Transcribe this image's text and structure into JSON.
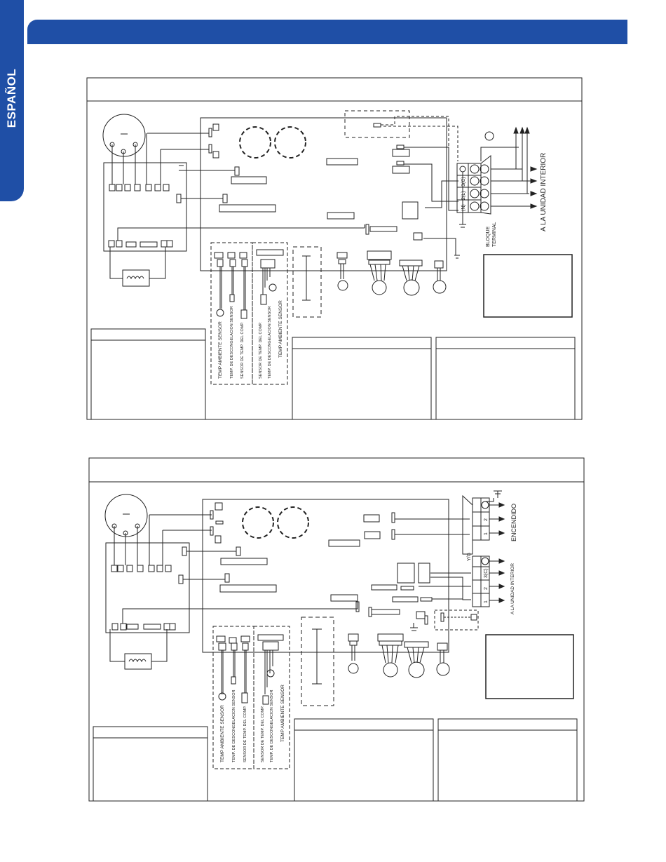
{
  "sidebar": {
    "label": "ESPAÑOL"
  },
  "diagram1": {
    "terminal_labels": [
      "(N)",
      "2(L)",
      "3(C)"
    ],
    "block_label_line1": "BLOQUE",
    "block_label_line2": "TERMINAL",
    "to_indoor": "A LA UNIDAD INTERIOR",
    "sensors_left": [
      "TEMP AMBIENTE SENSOR",
      "TEMP. DE DESCONGELACION SENSOR",
      "SENSOR DE TEMP. DEL COMP."
    ],
    "sensors_right": [
      "SENSOR DE TEMP. DEL COMP.",
      "TEMP. DE DESCONGELACION SENSOR",
      "TEMP AMBIENTE SENSOR"
    ]
  },
  "diagram2": {
    "power_terms": [
      "2",
      "1"
    ],
    "power_label": "ENCENDIDO",
    "yg_label": "Y/G",
    "terminal_labels": [
      "3(C)",
      "2",
      "1"
    ],
    "to_indoor": "A LA UNIDAD INTERIOR",
    "sensors_left": [
      "TEMP AMBIENTE SENSOR",
      "TEMP. DE DESCONGELACION SENSOR",
      "SENSOR DE TEMP. DEL COMP."
    ],
    "sensors_right": [
      "SENSOR DE TEMP. DEL COMP.",
      "TEMP. DE DESCONGELACION SENSOR",
      "TEMP AMBIENTE SENSOR"
    ]
  }
}
